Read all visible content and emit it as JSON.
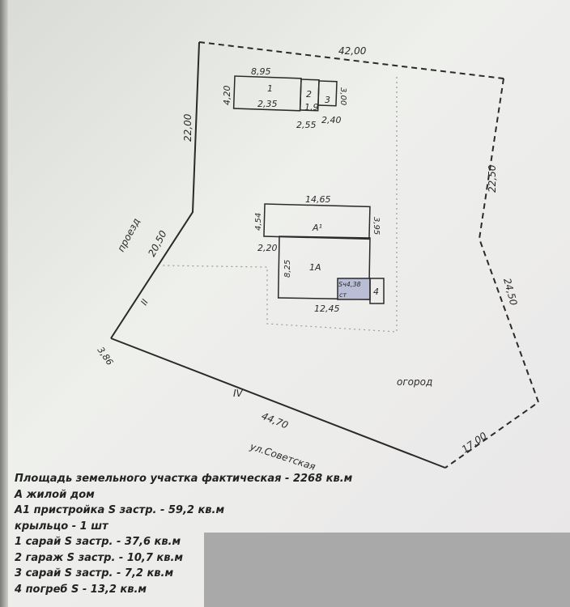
{
  "plot": {
    "dims": {
      "top": "42,00",
      "left_upper": "22,00",
      "right_upper": "22,50",
      "right_lower": "24,50",
      "bottom_right": "17,00",
      "bottom": "44,70",
      "corner": "3,86",
      "left_lower": "20,50"
    },
    "labels": {
      "driveway": "проезд",
      "roman_2": "II",
      "roman_4": "IV",
      "garden": "огород",
      "street": "ул.Советская"
    }
  },
  "outbuildings": {
    "width": "8,95",
    "height": "4,20",
    "b1": "1",
    "b1_dim": "2,35",
    "b2": "2",
    "b2_dim": "1,9",
    "b3": "3",
    "b3_height": "3,00",
    "dim_2": "2,55",
    "dim_3": "2,40"
  },
  "house": {
    "a1_width": "14,65",
    "a1_height": "4,54",
    "a1_right": "3,95",
    "a1_label": "А¹",
    "offset": "2,20",
    "main_height": "8,25",
    "main_label": "1А",
    "main_width": "12,45",
    "porch_label": "Ѕч4,38",
    "porch_sub": "ст",
    "cellar": "4"
  },
  "legend": [
    "Площадь земельного участка фактическая - 2268 кв.м",
    "А жилой дом",
    "А1 пристройка S застр. - 59,2 кв.м",
    "крыльцо - 1 шт",
    "1 сарай S застр. - 37,6 кв.м",
    "2 гараж S застр. - 10,7 кв.м",
    "3 сарай S застр. - 7,2 кв.м",
    "4 погреб S - 13,2 кв.м"
  ]
}
